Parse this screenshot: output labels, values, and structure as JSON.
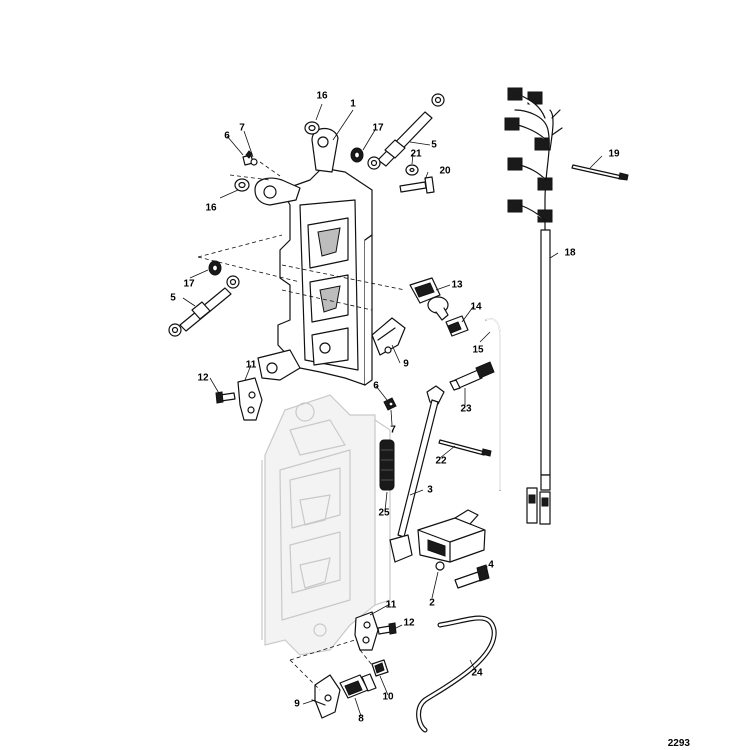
{
  "diagram": {
    "figure_number": "2293",
    "callouts": [
      {
        "id": "c16a",
        "label": "16"
      },
      {
        "id": "c1",
        "label": "1"
      },
      {
        "id": "c6a",
        "label": "6"
      },
      {
        "id": "c7a",
        "label": "7"
      },
      {
        "id": "c17a",
        "label": "17"
      },
      {
        "id": "c5a",
        "label": "5"
      },
      {
        "id": "c21",
        "label": "21"
      },
      {
        "id": "c20",
        "label": "20"
      },
      {
        "id": "c16b",
        "label": "16"
      },
      {
        "id": "c19",
        "label": "19"
      },
      {
        "id": "c18",
        "label": "18"
      },
      {
        "id": "c17b",
        "label": "17"
      },
      {
        "id": "c5b",
        "label": "5"
      },
      {
        "id": "c13",
        "label": "13"
      },
      {
        "id": "c14",
        "label": "14"
      },
      {
        "id": "c15",
        "label": "15"
      },
      {
        "id": "c9a",
        "label": "9"
      },
      {
        "id": "c11a",
        "label": "11"
      },
      {
        "id": "c12a",
        "label": "12"
      },
      {
        "id": "c6b",
        "label": "6"
      },
      {
        "id": "c23",
        "label": "23"
      },
      {
        "id": "c7b",
        "label": "7"
      },
      {
        "id": "c22",
        "label": "22"
      },
      {
        "id": "c3",
        "label": "3"
      },
      {
        "id": "c25",
        "label": "25"
      },
      {
        "id": "c4",
        "label": "4"
      },
      {
        "id": "c2",
        "label": "2"
      },
      {
        "id": "c11b",
        "label": "11"
      },
      {
        "id": "c12b",
        "label": "12"
      },
      {
        "id": "c24",
        "label": "24"
      },
      {
        "id": "c10",
        "label": "10"
      },
      {
        "id": "c9b",
        "label": "9"
      },
      {
        "id": "c8",
        "label": "8"
      }
    ]
  }
}
